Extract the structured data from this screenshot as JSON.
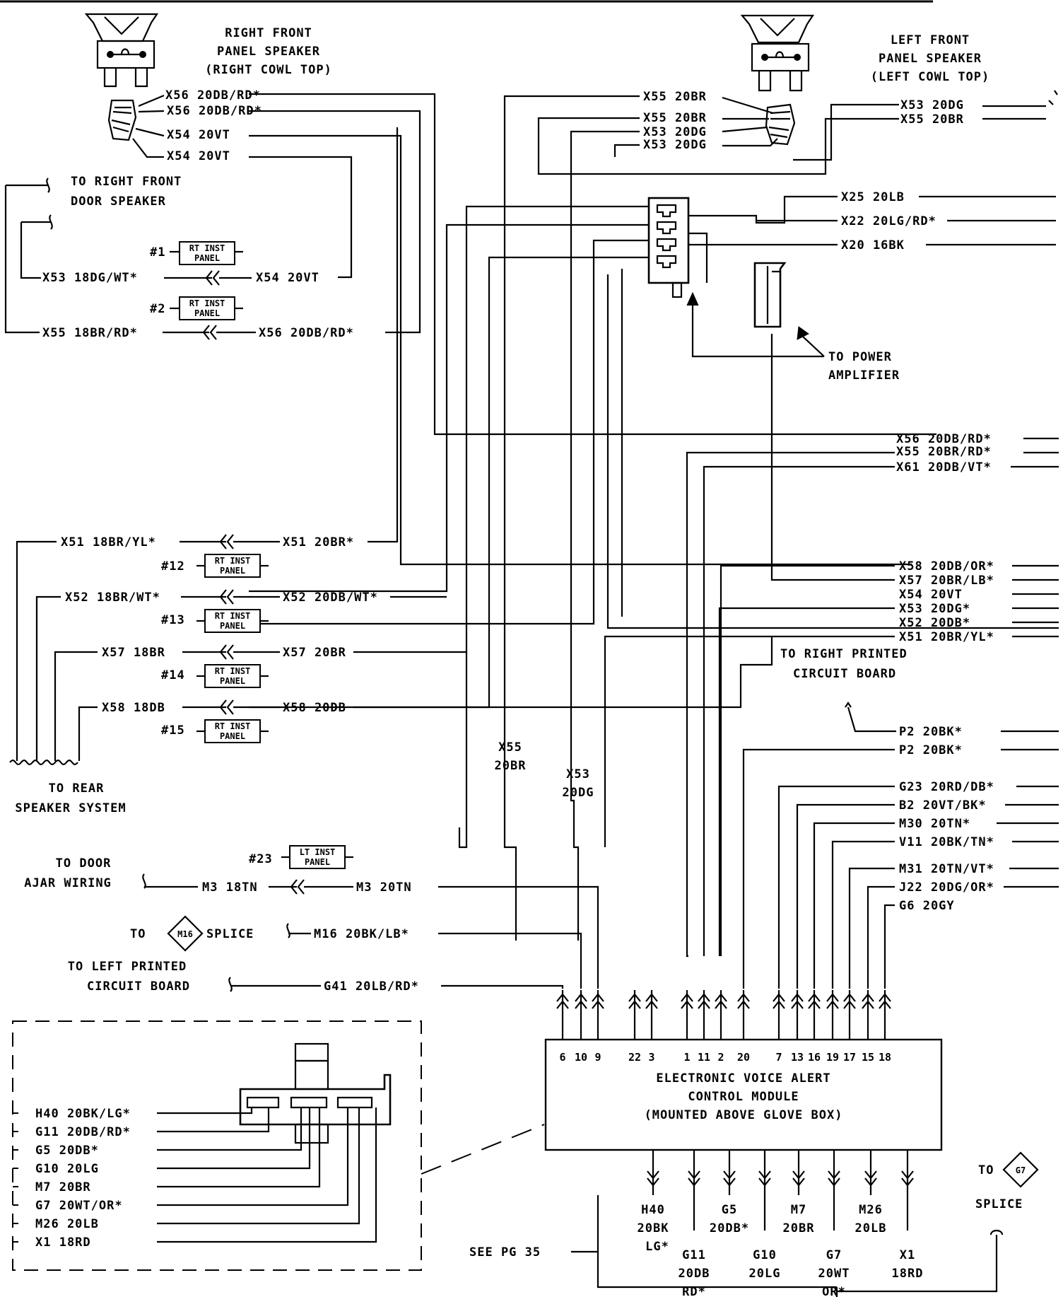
{
  "speakers": {
    "right_front": [
      "RIGHT FRONT",
      "PANEL SPEAKER",
      "(RIGHT COWL TOP)"
    ],
    "left_front": [
      "LEFT FRONT",
      "PANEL SPEAKER",
      "(LEFT COWL TOP)"
    ]
  },
  "rf_wires": [
    "X56 20DB/RD*",
    "X56 20DB/RD*",
    "X54 20VT",
    "X54 20VT"
  ],
  "lf_wires_left": [
    "X55 20BR",
    "X55 20BR",
    "X53 20DG",
    "X53 20DG"
  ],
  "lf_wires_right": [
    "X53 20DG",
    "X55 20BR"
  ],
  "door_speaker": [
    "TO RIGHT FRONT",
    "DOOR SPEAKER"
  ],
  "inst_panel": {
    "rt_line1": "RT INST",
    "lt_line1": "LT INST",
    "line2": "PANEL"
  },
  "inline_connectors": {
    "c1": {
      "num": "#1",
      "left": "X53 18DG/WT*",
      "right": "X54 20VT"
    },
    "c2": {
      "num": "#2",
      "left": "X55 18BR/RD*",
      "right": "X56 20DB/RD*"
    },
    "c12": {
      "num": "#12",
      "left": "X51 18BR/YL*",
      "right": "X51 20BR*"
    },
    "c13": {
      "num": "#13",
      "left": "X52 18BR/WT*",
      "right": "X52 20DB/WT*"
    },
    "c14": {
      "num": "#14",
      "left": "X57 18BR",
      "right": "X57 20BR"
    },
    "c15": {
      "num": "#15",
      "left": "X58 18DB",
      "right": "X58 20DB"
    },
    "c23": {
      "num": "#23",
      "left": "M3 18TN",
      "right": "M3 20TN"
    }
  },
  "amp_wires": [
    "X25 20LB",
    "X22 20LG/RD*",
    "X20 16BK"
  ],
  "power_amplifier": [
    "TO POWER",
    "AMPLIFIER"
  ],
  "pcb_group_a": [
    "X56 20DB/RD*",
    "X55 20BR/RD*",
    "X61 20DB/VT*"
  ],
  "pcb_group_b": [
    "X58 20DB/OR*",
    "X57 20BR/LB*",
    "X54 20VT",
    "X53 20DG*",
    "X52 20DB*",
    "X51 20BR/YL*"
  ],
  "right_pcb": [
    "TO RIGHT PRINTED",
    "CIRCUIT BOARD"
  ],
  "rear_speaker": [
    "TO REAR",
    "SPEAKER SYSTEM"
  ],
  "vertical_labels": {
    "x55": [
      "X55",
      "20BR"
    ],
    "x53": [
      "X53",
      "20DG"
    ]
  },
  "right_inputs": [
    "P2 20BK*",
    "P2 20BK*",
    "G23 20RD/DB*",
    "B2 20VT/BK*",
    "M30 20TN*",
    "V11 20BK/TN*",
    "M31 20TN/VT*",
    "J22 20DG/OR*",
    "G6 20GY"
  ],
  "door_ajar": [
    "TO DOOR",
    "AJAR WIRING"
  ],
  "m16": {
    "to": "TO",
    "splice_id": "M16",
    "splice": "SPLICE",
    "wire": "M16 20BK/LB*"
  },
  "left_pcb": {
    "lines": [
      "TO LEFT PRINTED",
      "CIRCUIT BOARD"
    ],
    "wire": "G41 20LB/RD*"
  },
  "module": {
    "lines": [
      "ELECTRONIC VOICE ALERT",
      "CONTROL MODULE",
      "(MOUNTED ABOVE GLOVE BOX)"
    ],
    "pins_top": [
      "6",
      "10",
      "9",
      "22",
      "3",
      "1",
      "11",
      "2",
      "20",
      "7",
      "13",
      "16",
      "19",
      "17",
      "15",
      "18"
    ]
  },
  "bottom_wires": [
    [
      "H40",
      "20BK",
      "LG*"
    ],
    [
      "G11",
      "20DB",
      "RD*"
    ],
    [
      "G5",
      "20DB*"
    ],
    [
      "G10",
      "20LG"
    ],
    [
      "M7",
      "20BR"
    ],
    [
      "G7",
      "20WT",
      "OR*"
    ],
    [
      "M26",
      "20LB"
    ],
    [
      "X1",
      "18RD"
    ]
  ],
  "inset_wires": [
    "H40 20BK/LG*",
    "G11 20DB/RD*",
    "G5 20DB*",
    "G10 20LG",
    "M7 20BR",
    "G7 20WT/OR*",
    "M26 20LB",
    "X1 18RD"
  ],
  "see_pg": "SEE PG 35",
  "g7_splice": {
    "to": "TO",
    "id": "G7",
    "splice": "SPLICE"
  }
}
